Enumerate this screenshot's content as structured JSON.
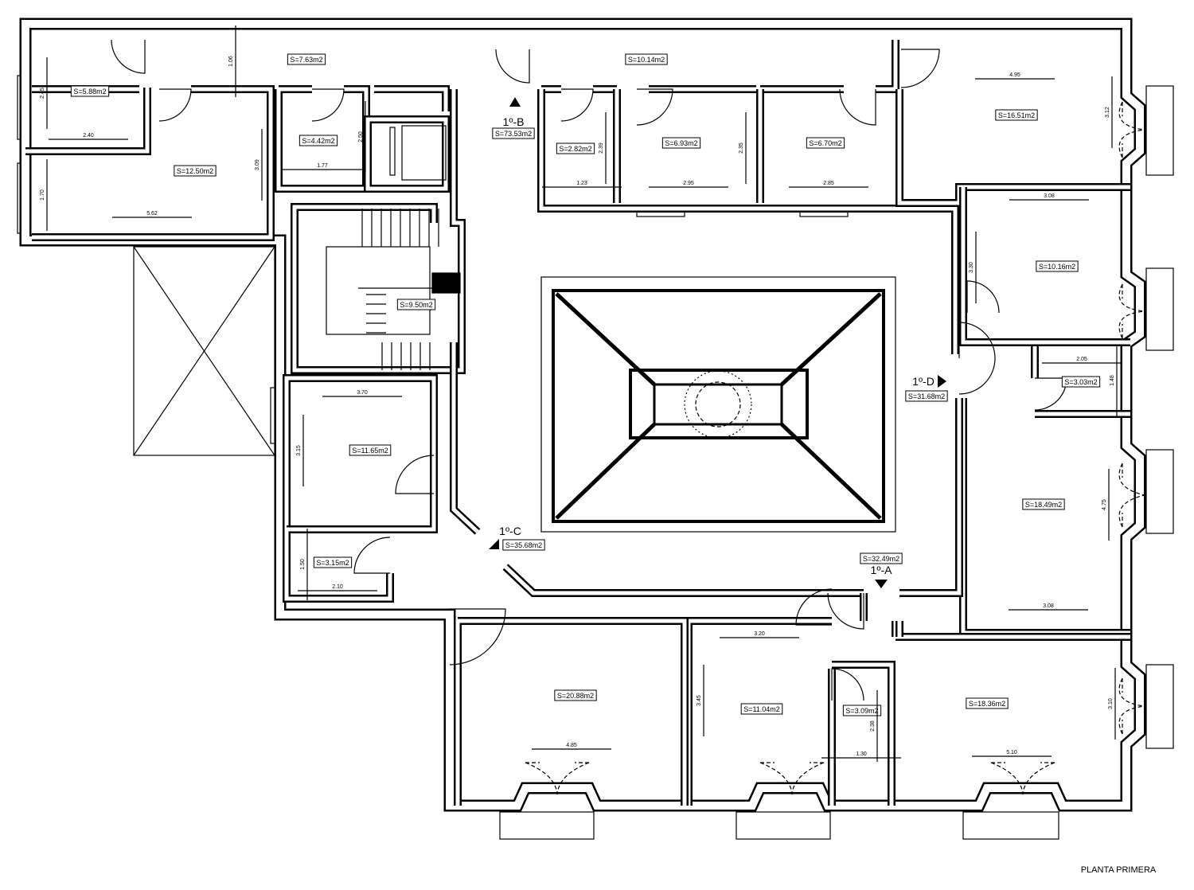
{
  "title": "PLANTA PRIMERA",
  "units": [
    {
      "name": "1º-B"
    },
    {
      "name": "1º-D"
    },
    {
      "name": "1º-C"
    },
    {
      "name": "1º-A"
    }
  ],
  "rooms": [
    {
      "area": "S=7.63m2"
    },
    {
      "area": "S=10.14m2"
    },
    {
      "area": "S=5.88m2"
    },
    {
      "area": "S=12.50m2"
    },
    {
      "area": "S=4.42m2"
    },
    {
      "area": "S=73.53m2"
    },
    {
      "area": "S=2.82m2"
    },
    {
      "area": "S=6.93m2"
    },
    {
      "area": "S=6.70m2"
    },
    {
      "area": "S=16.51m2"
    },
    {
      "area": "S=10.16m2"
    },
    {
      "area": "S=9.50m2"
    },
    {
      "area": "S=31.68m2"
    },
    {
      "area": "S=3.03m2"
    },
    {
      "area": "S=11.65m2"
    },
    {
      "area": "S=18.49m2"
    },
    {
      "area": "S=35.68m2"
    },
    {
      "area": "S=3.15m2"
    },
    {
      "area": "S=32.49m2"
    },
    {
      "area": "S=20.88m2"
    },
    {
      "area": "S=11.04m2"
    },
    {
      "area": "S=3.09m2"
    },
    {
      "area": "S=18.36m2"
    }
  ],
  "dimensions": [
    "2.45",
    "1.06",
    "2.40",
    "1.70",
    "5.62",
    "3.09",
    "2.50",
    "1.77",
    "2.39",
    "1.23",
    "2.95",
    "2.35",
    "2.85",
    "4.95",
    "3.12",
    "3.08",
    "3.30",
    "2.05",
    "1.48",
    "3.70",
    "3.15",
    "4.75",
    "3.08",
    "1.50",
    "2.10",
    "3.20",
    "3.45",
    "2.38",
    "1.30",
    "4.85",
    "5.10",
    "3.10"
  ]
}
